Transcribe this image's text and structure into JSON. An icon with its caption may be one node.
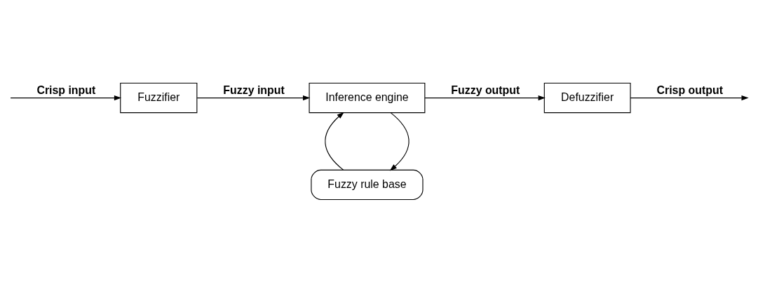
{
  "diagram": {
    "nodes": [
      {
        "text": [
          "Fuzzifier"
        ]
      },
      {
        "text": [
          "Inference engine"
        ]
      },
      {
        "text": [
          "Defuzzifier"
        ]
      },
      {
        "text": [
          "Fuzzy rule base"
        ]
      }
    ],
    "edges": [
      {
        "from": null,
        "to": 0,
        "arrow": "to",
        "label": "Crisp input"
      },
      {
        "from": 0,
        "to": 1,
        "arrow": "to",
        "label": "Fuzzy input"
      },
      {
        "from": 1,
        "to": 2,
        "arrow": "to",
        "label": "Fuzzy output"
      },
      {
        "from": 2,
        "to": null,
        "arrow": "to",
        "label": "Crisp output"
      },
      {
        "from": 1,
        "to": 3,
        "arrow": "to"
      },
      {
        "from": 3,
        "to": 1,
        "arrow": "to"
      }
    ]
  }
}
